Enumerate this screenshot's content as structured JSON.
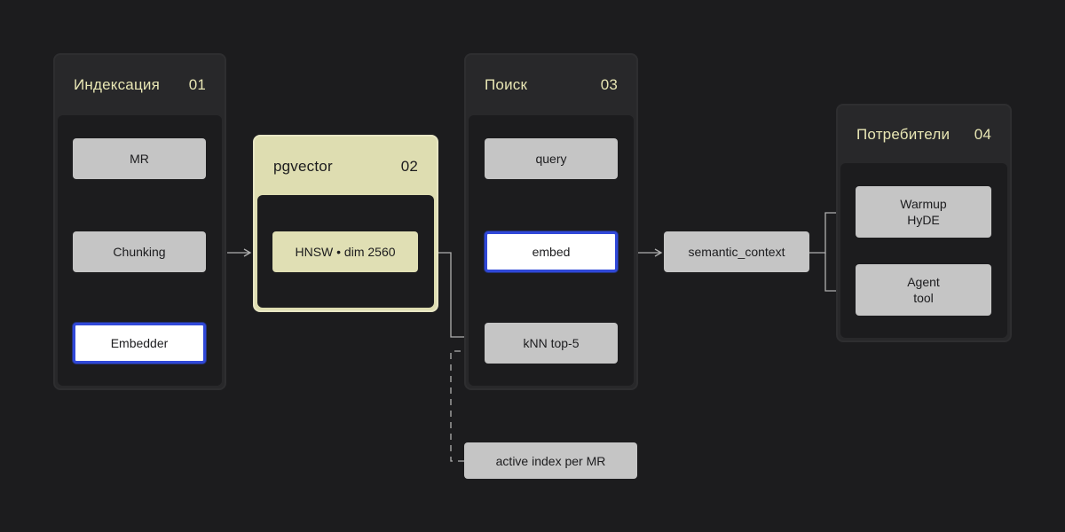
{
  "stages": {
    "indexing": {
      "title": "Индексация",
      "num": "01"
    },
    "storage": {
      "title": "pgvector",
      "num": "02"
    },
    "search": {
      "title": "Поиск",
      "num": "03"
    },
    "consumers": {
      "title": "Потребители",
      "num": "04"
    }
  },
  "nodes": {
    "mr": "MR",
    "chunking": "Chunking",
    "embedder": "Embedder",
    "hnsw": "HNSW • dim 2560",
    "query": "query",
    "embed": "embed",
    "knn": "kNN top-5",
    "semantic_context": "semantic_context",
    "warmup": "Warmup\nHyDE",
    "agent": "Agent\ntool",
    "active_index": "active index per MR"
  },
  "colors": {
    "background": "#1c1c1e",
    "panel": "#28282a",
    "accent_title": "#e8e6b4",
    "highlight_panel": "#deddb1",
    "node": "#c5c5c5",
    "active_border": "#3048d8",
    "wire": "#b0b0b0"
  }
}
